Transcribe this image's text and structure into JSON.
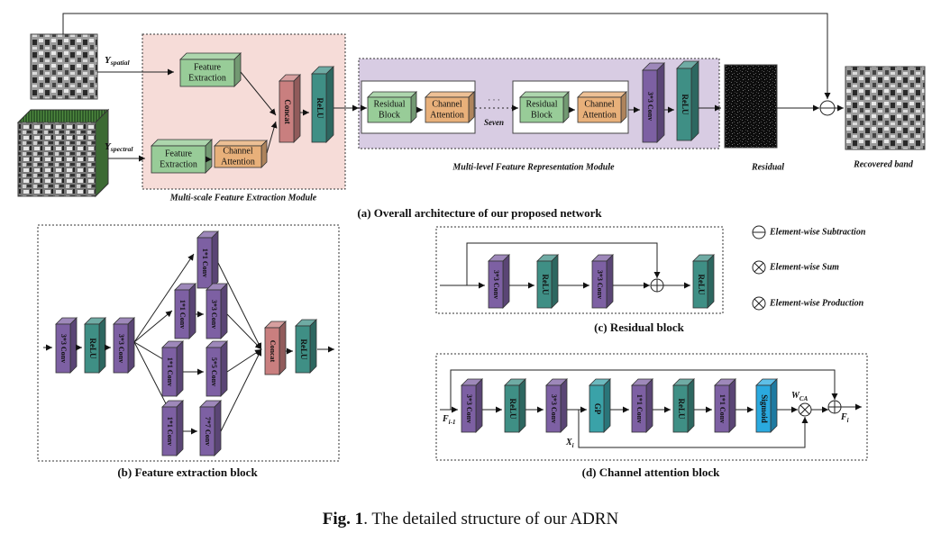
{
  "panel_a": {
    "caption": "(a) Overall architecture of our proposed network",
    "y_spatial_main": "Y",
    "y_spatial_sub": "spatial",
    "y_spectral_main": "Y",
    "y_spectral_sub": "spectral",
    "feature_extraction": [
      "Feature",
      "Extraction"
    ],
    "channel_attention": [
      "Channel",
      "Attention"
    ],
    "concat": "Concat",
    "relu": "ReLU",
    "residual_block": [
      "Residual",
      "Block"
    ],
    "seven": "Seven",
    "dots": "· · ·",
    "conv33": "3*3 Conv",
    "msfe_module": "Multi-scale Feature Extraction Module",
    "mlfr_module": "Multi-level Feature Representation Module",
    "residual": "Residual",
    "recovered_band": "Recovered band"
  },
  "panel_b": {
    "caption": "(b) Feature extraction block",
    "conv33": "3*3 Conv",
    "conv11": "1*1 Conv",
    "conv55": "5*5 Conv",
    "conv77": "7*7 Conv",
    "relu": "ReLU",
    "concat": "Concat"
  },
  "panel_c": {
    "caption": "(c) Residual block",
    "conv33": "3*3 Conv",
    "relu": "ReLU"
  },
  "legend": {
    "subtraction": "Element-wise Subtraction",
    "sum": "Element-wise Sum",
    "production": "Element-wise Production"
  },
  "panel_d": {
    "caption": "(d) Channel attention block",
    "conv33": "3*3 Conv",
    "conv11": "1*1 Conv",
    "relu": "ReLU",
    "gp": "GP",
    "sigmoid": "Sigmoid",
    "f_in_main": "F",
    "f_in_sub": "i-1",
    "f_out_main": "F",
    "f_out_sub": "i",
    "x_main": "X",
    "x_sub": "i",
    "w_main": "W",
    "w_sub": "CA"
  },
  "figure_caption": {
    "bold": "Fig. 1",
    "rest": ". The detailed structure of our ADRN"
  },
  "colors": {
    "conv": "#7d60a3",
    "relu": "#3f8f85",
    "concat": "#c97f7f",
    "feature": "#98cc98",
    "attention": "#e8b07a",
    "sigmoid": "#2aa9df",
    "gp": "#3aa2a8",
    "msfe_bg": "#f6dcd8",
    "mlfr_bg": "#d8cce3"
  }
}
